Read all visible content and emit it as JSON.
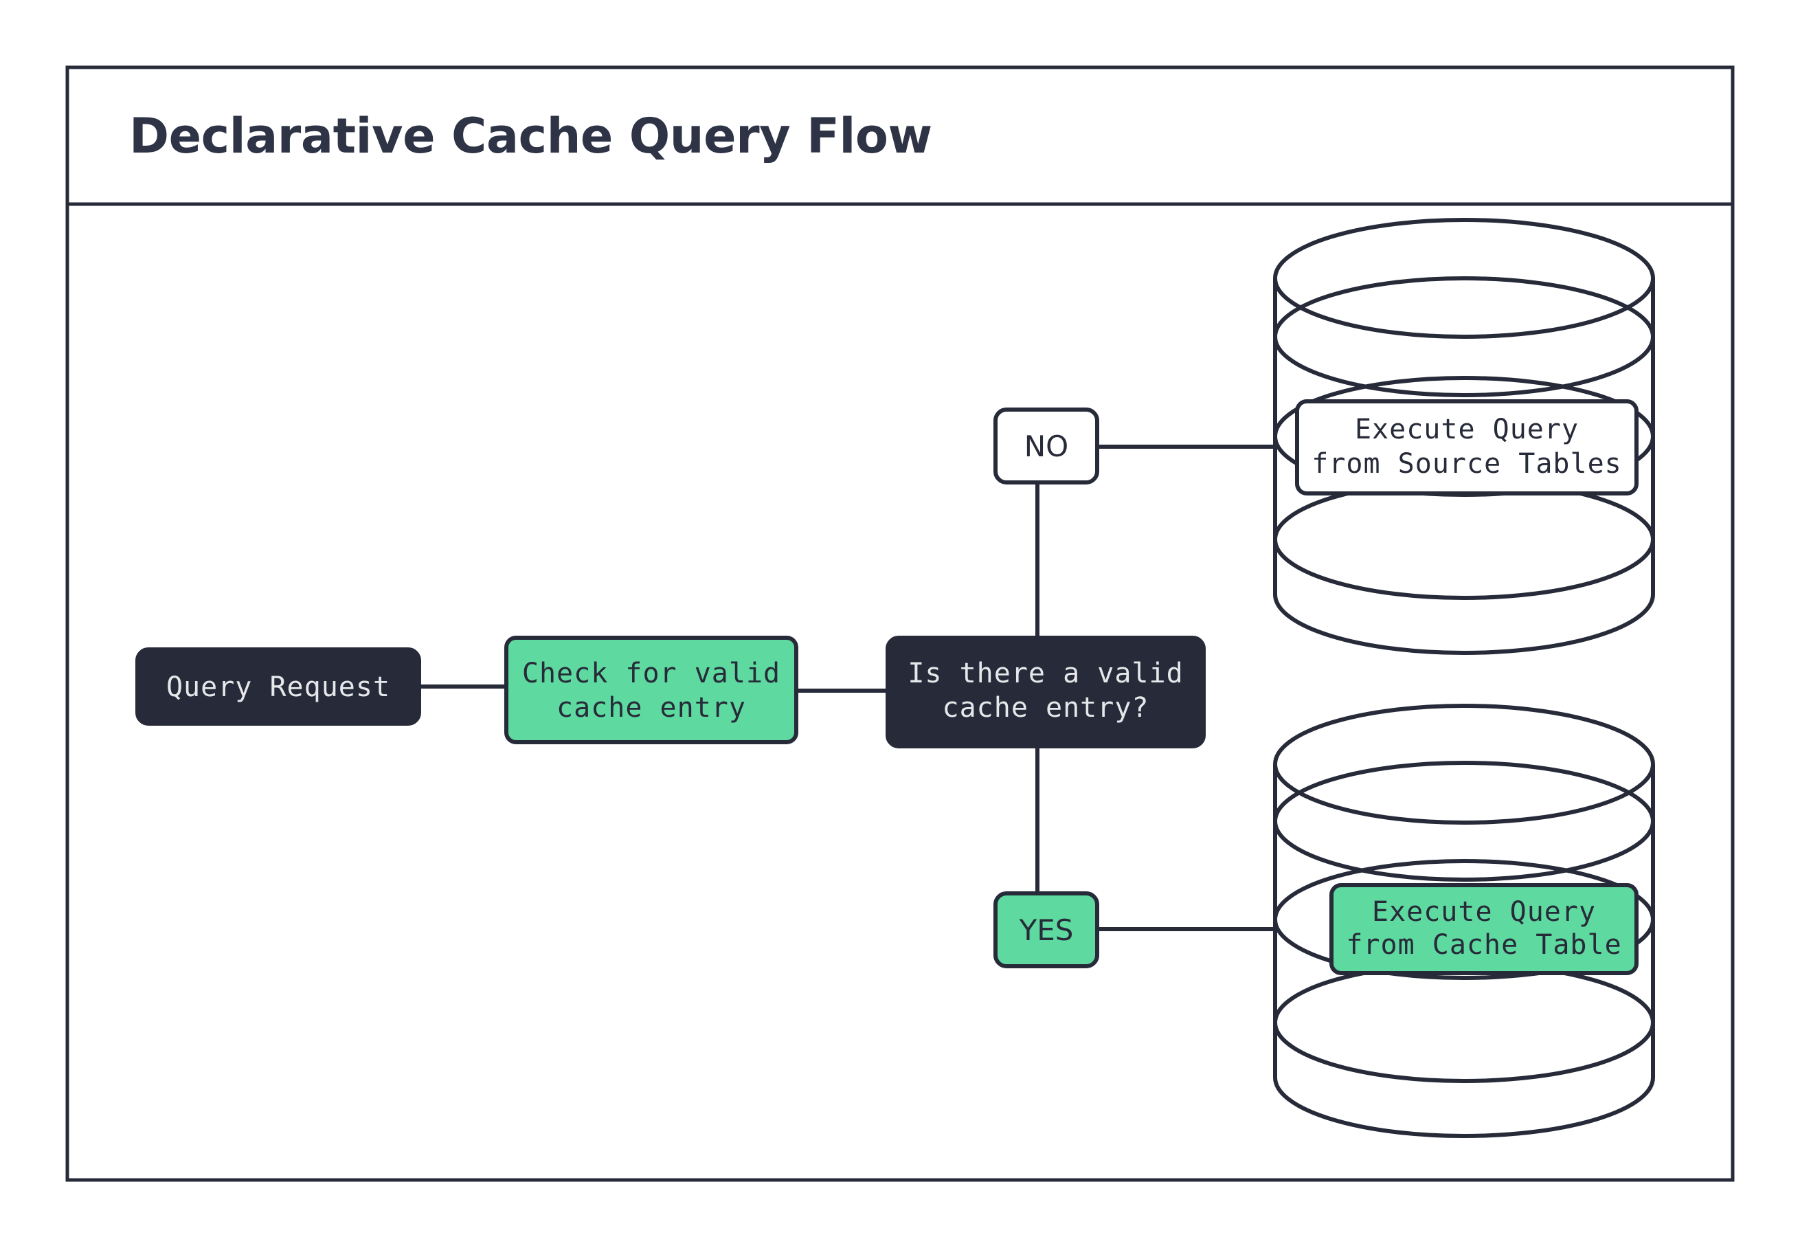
{
  "page": {
    "background": "#ffffff",
    "frame_color": "#272b39"
  },
  "header": {
    "title": "Declarative Cache Query Flow"
  },
  "theme": {
    "dark": "#272b39",
    "green": "#5ed99f",
    "white": "#ffffff",
    "text_on_dark": "#e6e7ea",
    "text_on_light": "#272b39"
  },
  "nodes": {
    "query_request": {
      "label": "Query Request",
      "style": "dark"
    },
    "check_cache": {
      "label_line1": "Check for valid",
      "label_line2": "cache entry",
      "style": "green"
    },
    "decision": {
      "label_line1": "Is there a valid",
      "label_line2": "cache entry?",
      "style": "dark"
    },
    "branch_no": {
      "label": "NO",
      "style": "white"
    },
    "branch_yes": {
      "label": "YES",
      "style": "green"
    },
    "source_tables": {
      "label_line1": "Execute Query",
      "label_line2": "from Source Tables",
      "style": "white",
      "container": "database-cylinder"
    },
    "cache_table": {
      "label_line1": "Execute Query",
      "label_line2": "from Cache Table",
      "style": "green",
      "container": "database-cylinder"
    }
  },
  "edges": [
    {
      "from": "query_request",
      "to": "check_cache"
    },
    {
      "from": "check_cache",
      "to": "decision"
    },
    {
      "from": "decision",
      "to": "branch_no"
    },
    {
      "from": "decision",
      "to": "branch_yes"
    },
    {
      "from": "branch_no",
      "to": "source_tables"
    },
    {
      "from": "branch_yes",
      "to": "cache_table"
    }
  ]
}
